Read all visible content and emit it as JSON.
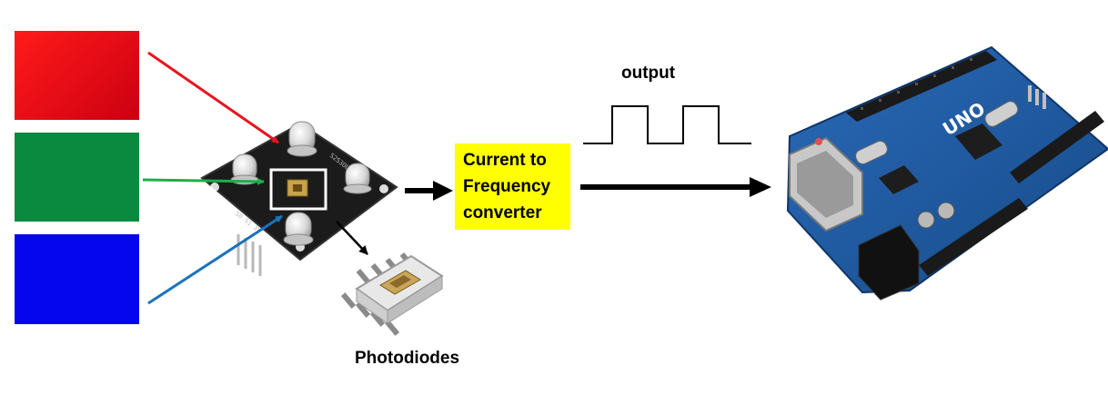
{
  "labels": {
    "output": "output",
    "converter_lines": [
      "Current to",
      "Frequency",
      "converter"
    ],
    "photodiodes": "Photodiodes"
  },
  "colors": {
    "red_swatch_start": "#ff1a1a",
    "red_swatch_end": "#cc0011",
    "green_swatch": "#0a8a3e",
    "blue_swatch": "#0606ee",
    "red_arrow": "#e8141e",
    "green_arrow": "#1ab04a",
    "blue_arrow": "#1a72c0",
    "converter_box": "#ffff00",
    "arrow": "#000000",
    "board_blue": "#1f5fa8"
  },
  "icons": {
    "sensor": "color-sensor-module-image",
    "chip": "photodiode-chip-image",
    "arduino": "arduino-uno-board-image",
    "board_text": "UNO"
  }
}
